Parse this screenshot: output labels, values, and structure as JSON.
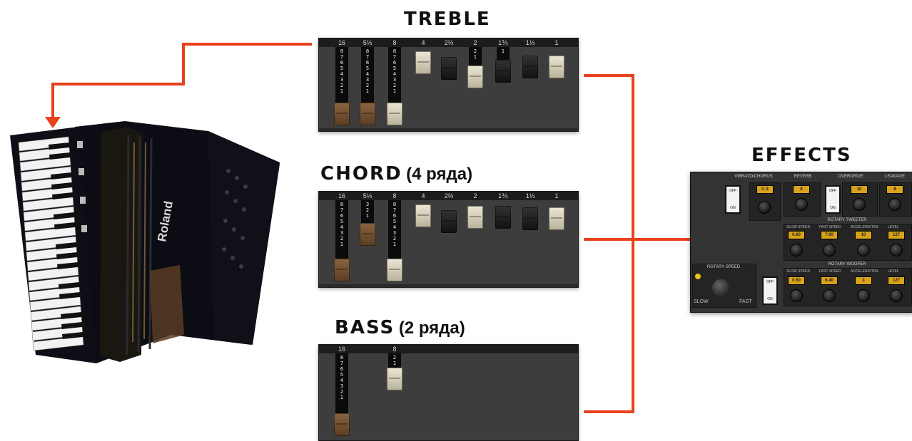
{
  "headings": {
    "treble": "TREBLE",
    "chord": "CHORD",
    "chord_rows": "(4 ряда)",
    "bass": "BASS",
    "bass_rows": "(2 ряда)",
    "effects": "EFFECTS"
  },
  "treble": {
    "footages": [
      "16",
      "5⅓",
      "8",
      "4",
      "2⅔",
      "2",
      "1⅗",
      "1⅓",
      "1"
    ],
    "rods": [
      "8 7 6 5 4 3 2 1",
      "8 7 6 5 4 3 2 1",
      "8 7 6 5 4 3 2 1",
      "",
      "",
      "2 1",
      "1",
      "",
      ""
    ],
    "colors": [
      "brown",
      "brown",
      "cream",
      "cream",
      "black",
      "cream",
      "black",
      "black",
      "cream"
    ]
  },
  "chord": {
    "footages": [
      "16",
      "5⅓",
      "8",
      "4",
      "2⅔",
      "2",
      "1⅗",
      "1⅓",
      "1"
    ],
    "rods": [
      "8 7 6 5 4 3 2 1",
      "3 2 1",
      "8 7 6 5 4 3 2 1",
      "",
      "",
      "",
      "",
      "",
      ""
    ],
    "colors": [
      "brown",
      "brown",
      "cream",
      "cream",
      "black",
      "cream",
      "black",
      "black",
      "cream"
    ]
  },
  "bass": {
    "footages": [
      "16",
      "8"
    ],
    "rods": [
      "8 7 6 5 4 3 2 1",
      "2 1"
    ],
    "colors": [
      "brown",
      "cream"
    ]
  },
  "effects_panel": {
    "sections": {
      "vibrato": "VIBRATO/CHORUS",
      "reverb": "REVERB",
      "overdrive": "OVERDRIVE",
      "leakage": "LEAKAGE",
      "rotary_tweeter": "ROTARY TWEETER",
      "rotary_woofer": "ROTARY WOOFER",
      "rotary_speed": "ROTARY SPEED"
    },
    "displays": {
      "vibrato": "C-3",
      "reverb": "8",
      "overdrive": "10",
      "leakage": "8",
      "tw_slow": "0.60",
      "tw_fast": "7.00",
      "tw_accel": "10",
      "tw_level": "127",
      "wf_slow": "0.50",
      "wf_fast": "6.40",
      "wf_accel": "3",
      "wf_level": "127"
    },
    "param_labels": {
      "slow_speed": "SLOW SPEED",
      "fast_speed": "FAST SPEED",
      "acceleration": "ACCELERATION",
      "level": "LEVEL"
    },
    "switch_off": "OFF",
    "switch_on": "ON",
    "slow": "SLOW",
    "fast": "FAST"
  },
  "accordion": {
    "brand": "Roland"
  },
  "colors": {
    "connector": "#e8411c",
    "panel": "#3d3d3d",
    "knob_brown": "#6e4b2d",
    "knob_cream": "#d8d2bc",
    "display": "#d8a21a"
  }
}
